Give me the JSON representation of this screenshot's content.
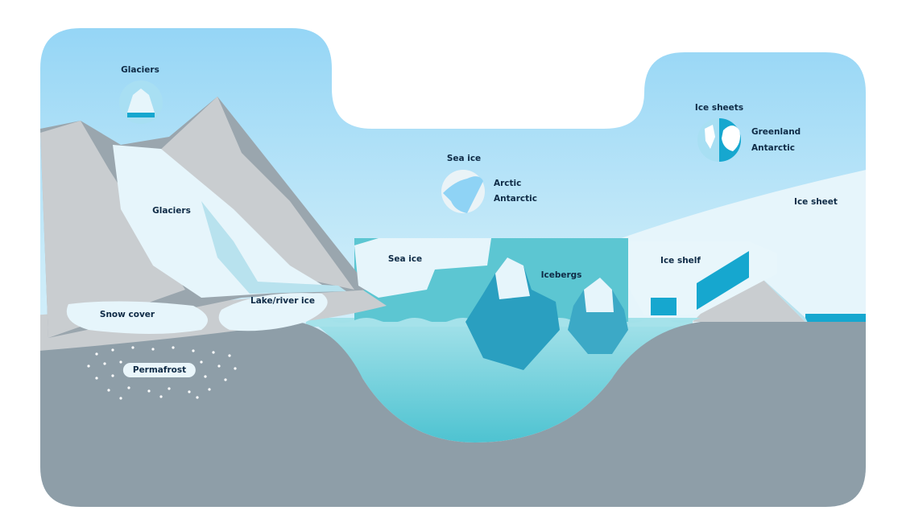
{
  "labels": {
    "glaciers_icon": "Glaciers",
    "glaciers": "Glaciers",
    "snow_cover": "Snow cover",
    "permafrost": "Permafrost",
    "lake_river_ice": "Lake/river ice",
    "sea_ice_icon": "Sea ice",
    "sea_ice_arctic": "Arctic",
    "sea_ice_antarctic": "Antarctic",
    "sea_ice": "Sea ice",
    "icebergs": "Icebergs",
    "ice_sheets_icon": "Ice sheets",
    "ice_sheets_greenland": "Greenland",
    "ice_sheets_antarctic": "Antarctic",
    "ice_shelf": "Ice shelf",
    "ice_sheet": "Ice sheet"
  },
  "colors": {
    "sky_top": "#8fd3f5",
    "sky_bottom": "#e3f4fb",
    "ground": "#8e9ea8",
    "mountain_light": "#c9cdd0",
    "mountain_dark": "#9aa6ae",
    "ice": "#e6f5fb",
    "water": "#5cc6d2",
    "accent": "#16a7cf",
    "text": "#0f2b46"
  }
}
